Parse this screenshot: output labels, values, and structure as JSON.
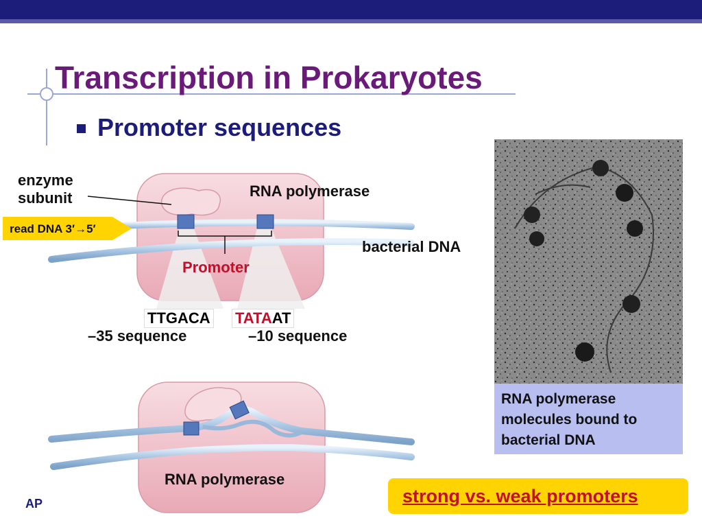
{
  "slide": {
    "title": "Transcription in Prokaryotes",
    "bullet": "Promoter sequences",
    "footer": "AP"
  },
  "diagram": {
    "enzyme_label_1": "enzyme",
    "enzyme_label_2": "subunit",
    "rna_polymerase_top": "RNA polymerase",
    "read_dna": "read DNA 3′→5′",
    "bacterial_dna": "bacterial DNA",
    "promoter": "Promoter",
    "seq_35": "TTGACA",
    "seq_10_highlight": "TATA",
    "seq_10_rest": "AT",
    "label_35": "–35 sequence",
    "label_10": "–10 sequence",
    "rna_polymerase_bottom": "RNA polymerase"
  },
  "photo": {
    "caption": "RNA polymerase molecules bound to bacterial DNA"
  },
  "callout": {
    "text": "strong vs. weak promoters"
  },
  "colors": {
    "title": "#6a1a78",
    "navy": "#1c1c7a",
    "accent_red": "#c0102a",
    "yellow": "#ffd400",
    "caption_bg": "#b8bff0",
    "polymerase_pink": "#f2c4cc"
  }
}
